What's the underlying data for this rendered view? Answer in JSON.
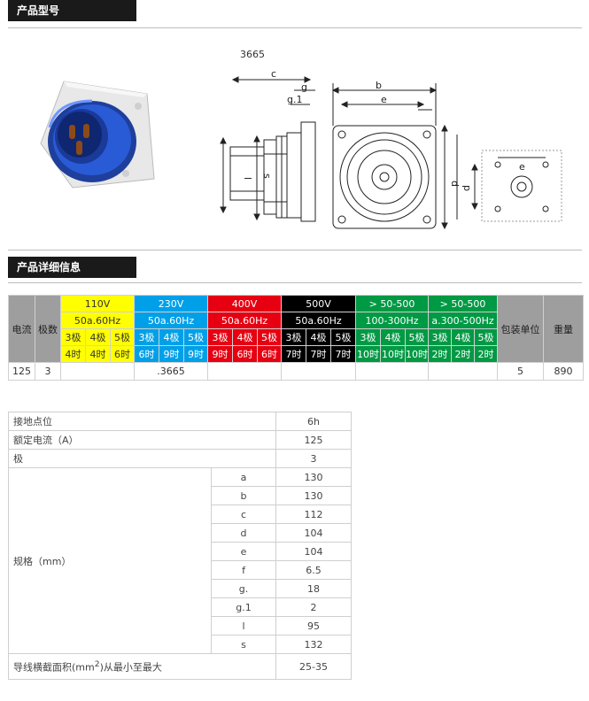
{
  "section1_title": "产品型号",
  "section2_title": "产品详细信息",
  "model_code": "3665",
  "diagram_labels": {
    "c": "c",
    "g": "g",
    "g1": "g.1",
    "b": "b",
    "e": "e",
    "s": "s",
    "l": "l",
    "d": "d",
    "e_right": "e",
    "d_right": "d"
  },
  "detail_table": {
    "col_current": "电流",
    "col_poles": "极数",
    "col_package": "包装单位",
    "col_weight": "重量",
    "groups": [
      {
        "voltage": "110V",
        "freq": "50a.60Hz",
        "poles": [
          "3极",
          "4极",
          "5极"
        ],
        "hours": [
          "4时",
          "4时",
          "6时"
        ]
      },
      {
        "voltage": "230V",
        "freq": "50a.60Hz",
        "poles": [
          "3极",
          "4极",
          "5极"
        ],
        "hours": [
          "6时",
          "9时",
          "9时"
        ]
      },
      {
        "voltage": "400V",
        "freq": "50a.60Hz",
        "poles": [
          "3极",
          "4极",
          "5极"
        ],
        "hours": [
          "9时",
          "6时",
          "6时"
        ]
      },
      {
        "voltage": "500V",
        "freq": "50a.60Hz",
        "poles": [
          "3极",
          "4极",
          "5极"
        ],
        "hours": [
          "7时",
          "7时",
          "7时"
        ]
      },
      {
        "voltage": "> 50-500",
        "freq": "100-300Hz",
        "poles": [
          "3极",
          "4极",
          "5极"
        ],
        "hours": [
          "10时",
          "10时",
          "10时"
        ]
      },
      {
        "voltage": "> 50-500",
        "freq": "a.300-500Hz",
        "poles": [
          "3极",
          "4极",
          "5极"
        ],
        "hours": [
          "2时",
          "2时",
          "2时"
        ]
      }
    ],
    "data_row": {
      "current": "125",
      "poles": "3",
      "code": ".3665",
      "package": "5",
      "weight": "890"
    }
  },
  "spec_table": {
    "grounding_label": "接地点位",
    "grounding_value": "6h",
    "rated_current_label": "额定电流（A）",
    "rated_current_value": "125",
    "poles_label": "极",
    "poles_value": "3",
    "dims_label": "规格（mm）",
    "dims": [
      {
        "key": "a",
        "value": "130"
      },
      {
        "key": "b",
        "value": "130"
      },
      {
        "key": "c",
        "value": "112"
      },
      {
        "key": "d",
        "value": "104"
      },
      {
        "key": "e",
        "value": "104"
      },
      {
        "key": "f",
        "value": "6.5"
      },
      {
        "key": "g.",
        "value": "18"
      },
      {
        "key": "g.1",
        "value": "2"
      },
      {
        "key": "l",
        "value": "95"
      },
      {
        "key": "s",
        "value": "132"
      }
    ],
    "wire_label_pre": "导线横截面积(mm",
    "wire_label_sup": "2",
    "wire_label_post": ")从最小至最大",
    "wire_value": "25-35"
  }
}
